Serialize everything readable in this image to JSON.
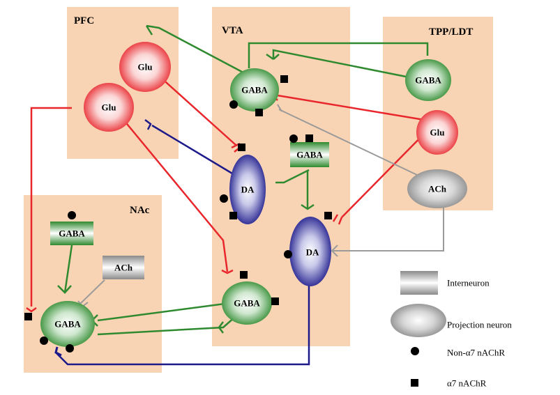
{
  "regions": {
    "pfc": "PFC",
    "vta": "VTA",
    "tpp_ldt": "TPP/LDT",
    "nac": "NAc"
  },
  "cells": {
    "pfc_glu_1": "Glu",
    "pfc_glu_2": "Glu",
    "vta_gaba_projection": "GABA",
    "vta_gaba_interneuron": "GABA",
    "vta_da_1": "DA",
    "vta_da_2": "DA",
    "vta_gaba_lower": "GABA",
    "tpp_gaba": "GABA",
    "tpp_glu": "Glu",
    "tpp_ach": "ACh",
    "nac_gaba_interneuron": "GABA",
    "nac_ach": "ACh",
    "nac_gaba_projection": "GABA"
  },
  "legend": {
    "interneuron": "Interneuron",
    "projection_neuron": "Projection neuron",
    "non_alpha7": "Non-α7 nAChR",
    "alpha7": "α7 nAChR"
  },
  "colors": {
    "region_fill": "#f9d4b4",
    "glutamate": "#e8262b",
    "gaba": "#2f8a2f",
    "dopamine": "#1c1a8a",
    "acetylcholine": "#9a9a9a",
    "receptor": "#000000"
  }
}
